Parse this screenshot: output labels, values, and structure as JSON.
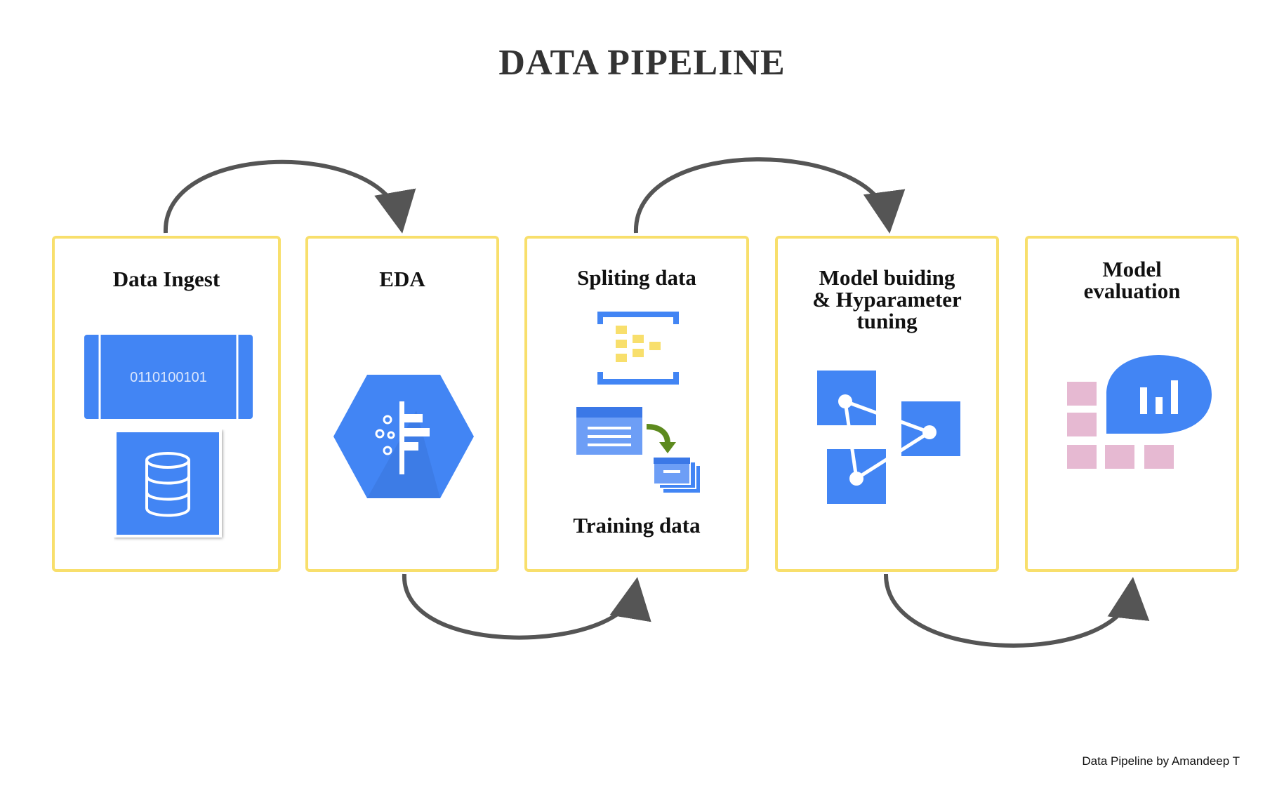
{
  "title": "DATA PIPELINE",
  "stages": [
    {
      "label": "Data Ingest",
      "icon": "binary-stream-and-database-icon",
      "binary_text": "0110100101"
    },
    {
      "label": "EDA",
      "icon": "hexagon-analytics-icon"
    },
    {
      "label": "Spliting data",
      "sublabel": "Training data",
      "icon": "split-data-icon"
    },
    {
      "label_lines": [
        "Model buiding",
        "& Hyparameter",
        "tuning"
      ],
      "icon": "model-graph-icon"
    },
    {
      "label_lines": [
        "Model",
        "evaluation"
      ],
      "icon": "evaluation-chart-icon"
    }
  ],
  "footer": "Data Pipeline by Amandeep T",
  "colors": {
    "box_border": "#f8df6c",
    "icon_blue": "#4285f4",
    "arrow": "#555555",
    "accent_yellow": "#f8df6c",
    "accent_pink": "#e6b9d2",
    "accent_green": "#5d8a1e"
  }
}
